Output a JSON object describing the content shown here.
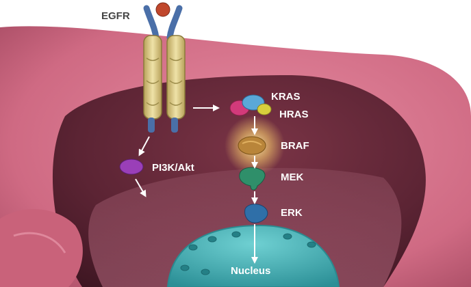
{
  "labels": {
    "egfr": "EGFR",
    "kras": "KRAS",
    "hras": "HRAS",
    "braf": "BRAF",
    "mek": "MEK",
    "erk": "ERK",
    "pi3k": "PI3K/Akt",
    "nucleus": "Nucleus"
  },
  "colors": {
    "membrane_outer": "#c9627a",
    "cytoplasm": "#5a2030",
    "nucleus": "#3fb0b4",
    "receptor": "#d9c98a",
    "receptor_stalk": "#4a6fa8",
    "ligand": "#c0472c",
    "kras": "#d23a7a",
    "hras": "#5aa8d8",
    "hras_yellow": "#d8cf3c",
    "braf": "#b9853a",
    "braf_glow": "#f7d27a",
    "mek": "#2f8f6a",
    "erk": "#2f6fa8",
    "pi3k": "#9a3fb8",
    "arrow": "#ffffff"
  }
}
